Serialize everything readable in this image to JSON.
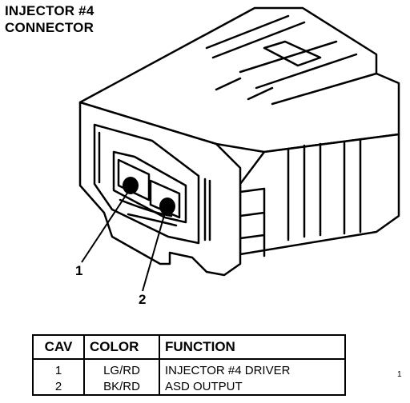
{
  "title": {
    "line1": "INJECTOR #4",
    "line2": "CONNECTOR"
  },
  "callouts": [
    "1",
    "2"
  ],
  "corner_mark": "1",
  "table": {
    "headers": [
      "CAV",
      "COLOR",
      "FUNCTION"
    ],
    "rows": [
      {
        "cav": "1",
        "color": "LG/RD",
        "function": "INJECTOR #4 DRIVER"
      },
      {
        "cav": "2",
        "color": "BK/RD",
        "function": "ASD OUTPUT"
      }
    ]
  }
}
